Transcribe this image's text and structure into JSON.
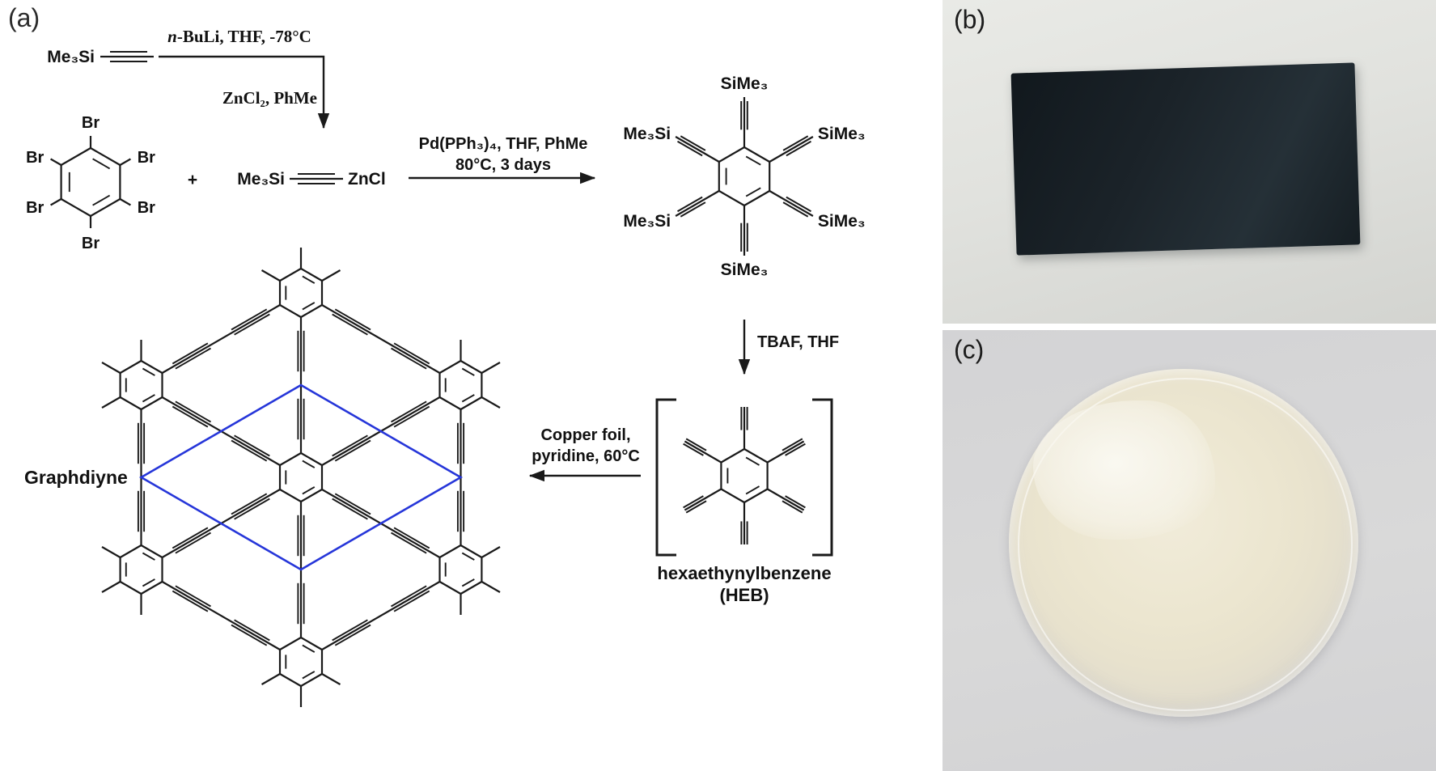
{
  "panels": {
    "a": "(a)",
    "b": "(b)",
    "c": "(c)"
  },
  "scheme": {
    "tms_acetylene": "Me₃Si",
    "br": "Br",
    "plus": "+",
    "zincate": {
      "left": "Me₃Si",
      "right": "ZnCl"
    },
    "hexatms": {
      "sime3": "SiMe₃",
      "me3si": "Me₃Si"
    },
    "step1": {
      "pre": "n",
      "rest": "-BuLi, THF, -78°C",
      "line2": "ZnCl₂, PhMe"
    },
    "step2": {
      "line1": "Pd(PPh₃)₄, THF, PhMe",
      "line2": "80°C, 3 days"
    },
    "step3": "TBAF, THF",
    "step4": {
      "line1": "Copper foil,",
      "line2": "pyridine, 60°C"
    },
    "heb": {
      "name": "hexaethynylbenzene",
      "abbr": "(HEB)"
    },
    "product": "Graphdiyne"
  },
  "colors": {
    "bond": "#1a1a1a",
    "unit_cell": "#2636d9",
    "film": "#1b2328",
    "dish_film": "#ece6d0"
  }
}
